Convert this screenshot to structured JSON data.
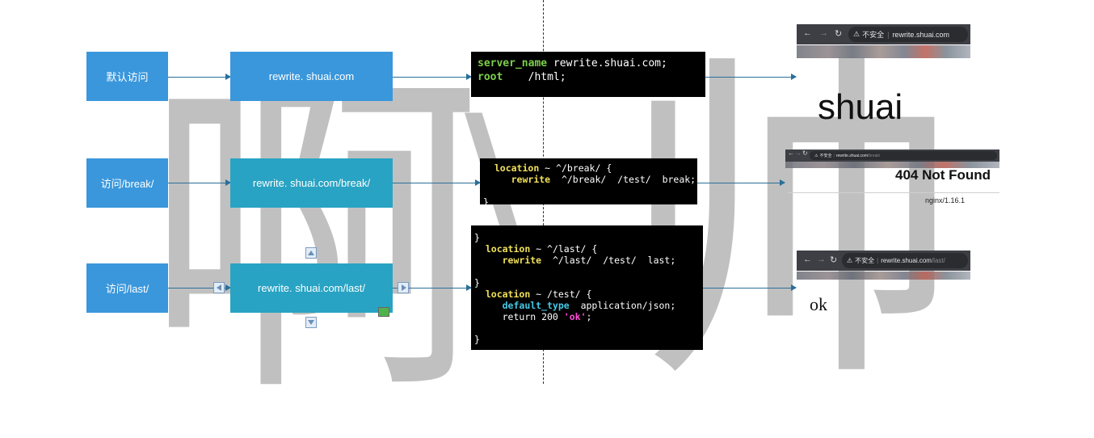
{
  "watermark": {
    "left_char": "啊",
    "right_char": "帅",
    "mid_char": "\\"
  },
  "rows": [
    {
      "label": "默认访问",
      "domain_box": "rewrite. shuai.com",
      "code": {
        "line1_kw": "server_name",
        "line1_val": " rewrite.shuai.com;",
        "line2_kw": "root",
        "line2_val": "    /html;"
      },
      "result_text": "shuai",
      "browser": {
        "insecure": "不安全",
        "url": "rewrite.shuai.com",
        "path": ""
      }
    },
    {
      "label": "访问/break/",
      "domain_box": "rewrite. shuai.com/break/",
      "code": {
        "l1_kw": "location",
        "l1_val": " ~ ^/break/ {",
        "l2_kw": "rewrite",
        "l2_val": "  ^/break/  /test/  break;",
        "l3": "}"
      },
      "result_title": "404 Not Found",
      "result_footer": "nginx/1.16.1",
      "browser": {
        "insecure": "不安全",
        "url": "rewrite.shuai.com",
        "path": "/break/"
      }
    },
    {
      "label": "访问/last/",
      "domain_box": "rewrite. shuai.com/last/",
      "code": {
        "open": "}",
        "l1_kw": "location",
        "l1_val": " ~ ^/last/ {",
        "l2_kw": "rewrite",
        "l2_val": "  ^/last/  /test/  last;",
        "close1": "}",
        "l3_kw": "location",
        "l3_val": " ~ /test/ {",
        "l4_kw": "default_type",
        "l4_val": "  application/json;",
        "l5_pre": "return 200 ",
        "l5_str": "'ok'",
        "l5_post": ";",
        "close2": "}"
      },
      "result_text": "ok",
      "browser": {
        "insecure": "不安全",
        "url": "rewrite.shuai.com",
        "path": "/last/"
      }
    }
  ],
  "colors": {
    "blue": "#3a97dc",
    "teal": "#29a3c3",
    "arrow": "#2a6f9a"
  },
  "icons": [
    "back-arrow-icon",
    "forward-arrow-icon",
    "reload-icon",
    "warning-icon"
  ]
}
